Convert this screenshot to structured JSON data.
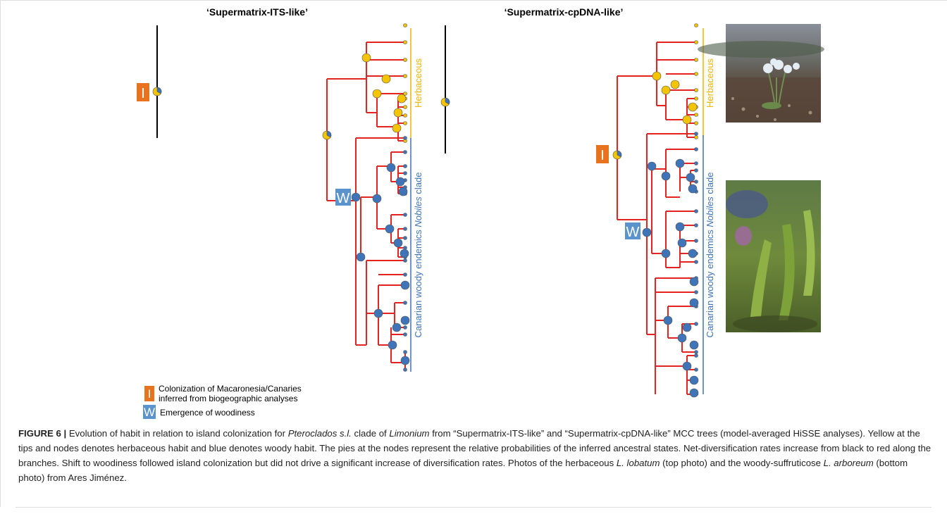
{
  "figure": {
    "left_tree_title": "‘Supermatrix-ITS-like’",
    "right_tree_title": "‘Supermatrix-cpDNA-like’",
    "clade_herbaceous": "Herbaceous",
    "clade_woody_prefix": "Canarian woody endemics ",
    "clade_woody_italic": "Nobiles",
    "clade_woody_suffix": " clade",
    "marker_colonization": "I",
    "marker_woodiness": "W",
    "legend": {
      "colonization_line1": "Colonization of Macaronesia/Canaries",
      "colonization_line2": "inferred from biogeographic analyses",
      "woodiness": "Emergence of woodiness"
    },
    "colors": {
      "herbaceous": "#f5c400",
      "woody": "#3f74b8",
      "branch_high": "#e52421",
      "branch_low": "#000000",
      "colonization_marker": "#e8731f",
      "woodiness_marker": "#5b93cc"
    }
  },
  "caption": {
    "label": "FIGURE 6",
    "separator": " | ",
    "t1": "Evolution of habit in relation to island colonization for ",
    "i1": "Pteroclados s.l.",
    "t2": " clade of ",
    "i2": "Limonium",
    "t3": " from “Supermatrix-ITS-like” and “Supermatrix-cpDNA-like” MCC trees (model-averaged HiSSE analyses). Yellow at the tips and nodes denotes herbaceous habit and blue denotes woody habit. The pies at the nodes represent the relative probabilities of the inferred ancestral states. Net-diversification rates increase from black to red along the branches. Shift to woodiness followed island colonization but did not drive a significant increase of diversification rates. Photos of the herbaceous ",
    "i3": "L. lobatum",
    "t4": " (top photo) and the woody-suffruticose ",
    "i4": "L. arboreum",
    "t5": " (bottom photo) from Ares Jiménez."
  }
}
